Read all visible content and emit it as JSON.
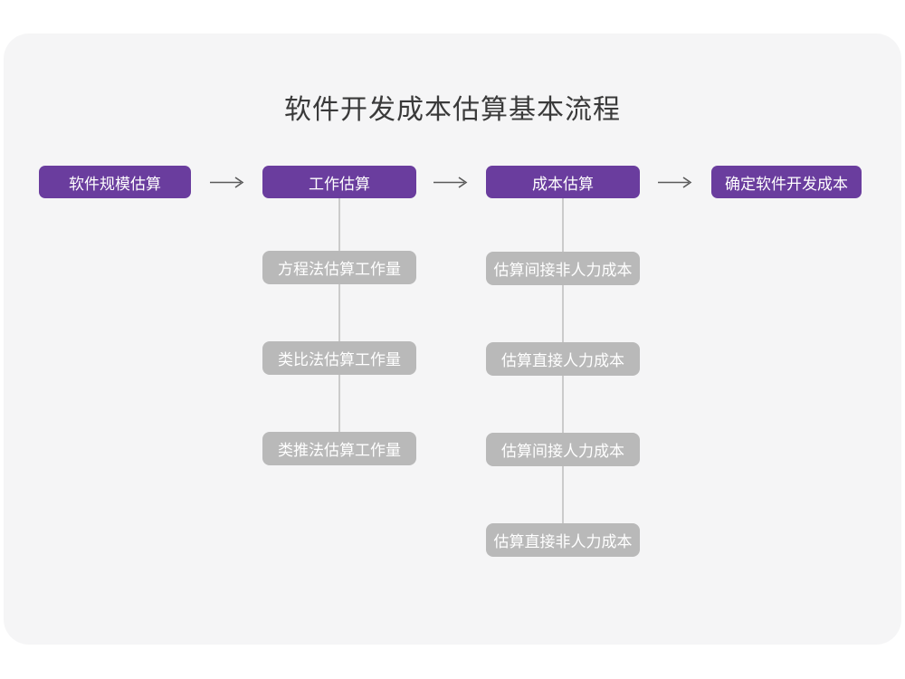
{
  "title": "软件开发成本估算基本流程",
  "colors": {
    "accent_purple": "#6a3d9e",
    "sub_node_gray": "#b9b9b9",
    "card_background": "#f5f5f6",
    "connector_line": "#cbcbcb",
    "arrow": "#5a5a5a",
    "title_text": "#3a3a3a",
    "node_text": "#ffffff"
  },
  "flow": {
    "steps": [
      {
        "label": "软件规模估算",
        "substeps": []
      },
      {
        "label": "工作估算",
        "substeps": [
          "方程法估算工作量",
          "类比法估算工作量",
          "类推法估算工作量"
        ]
      },
      {
        "label": "成本估算",
        "substeps": [
          "估算间接非人力成本",
          "估算直接人力成本",
          "估算间接人力成本",
          "估算直接非人力成本"
        ]
      },
      {
        "label": "确定软件开发成本",
        "substeps": []
      }
    ]
  }
}
